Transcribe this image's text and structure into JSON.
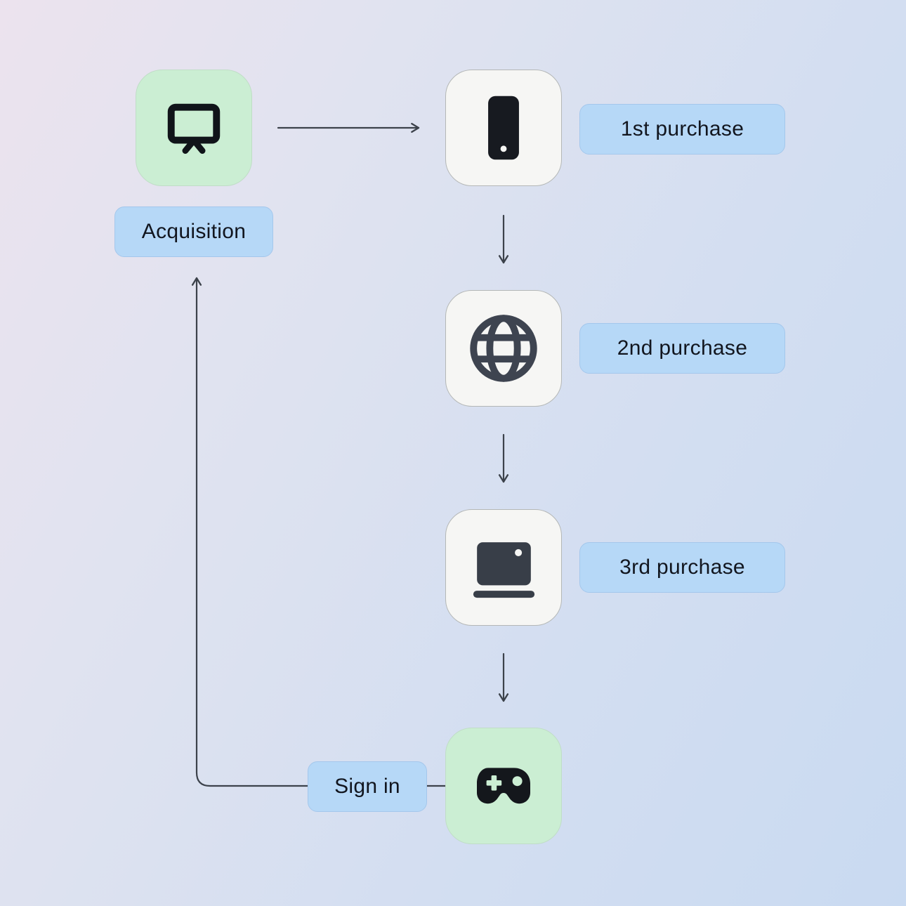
{
  "labels": {
    "acquisition": "Acquisition",
    "purchase_1": "1st purchase",
    "purchase_2": "2nd purchase",
    "purchase_3": "3rd purchase",
    "sign_in": "Sign in"
  },
  "nodes": [
    {
      "id": "acquisition",
      "icon": "presentation-icon",
      "variant": "green"
    },
    {
      "id": "purchase-1",
      "icon": "smartphone-icon",
      "variant": "neutral"
    },
    {
      "id": "purchase-2",
      "icon": "globe-icon",
      "variant": "neutral"
    },
    {
      "id": "purchase-3",
      "icon": "laptop-icon",
      "variant": "neutral"
    },
    {
      "id": "game",
      "icon": "gamepad-icon",
      "variant": "green"
    }
  ],
  "edges": [
    {
      "from": "acquisition",
      "to": "purchase-1"
    },
    {
      "from": "purchase-1",
      "to": "purchase-2"
    },
    {
      "from": "purchase-2",
      "to": "purchase-3"
    },
    {
      "from": "purchase-3",
      "to": "game"
    },
    {
      "from": "game",
      "to": "acquisition",
      "label": "Sign in"
    }
  ],
  "colors": {
    "node_green": "#cbeed3",
    "node_neutral": "#f6f6f4",
    "label_blue": "#b6d8f7",
    "icon_black": "#14171c",
    "icon_slate": "#3e4450",
    "arrow": "#3c424b",
    "background_start": "#ece3ee",
    "background_end": "#c9daf1"
  }
}
